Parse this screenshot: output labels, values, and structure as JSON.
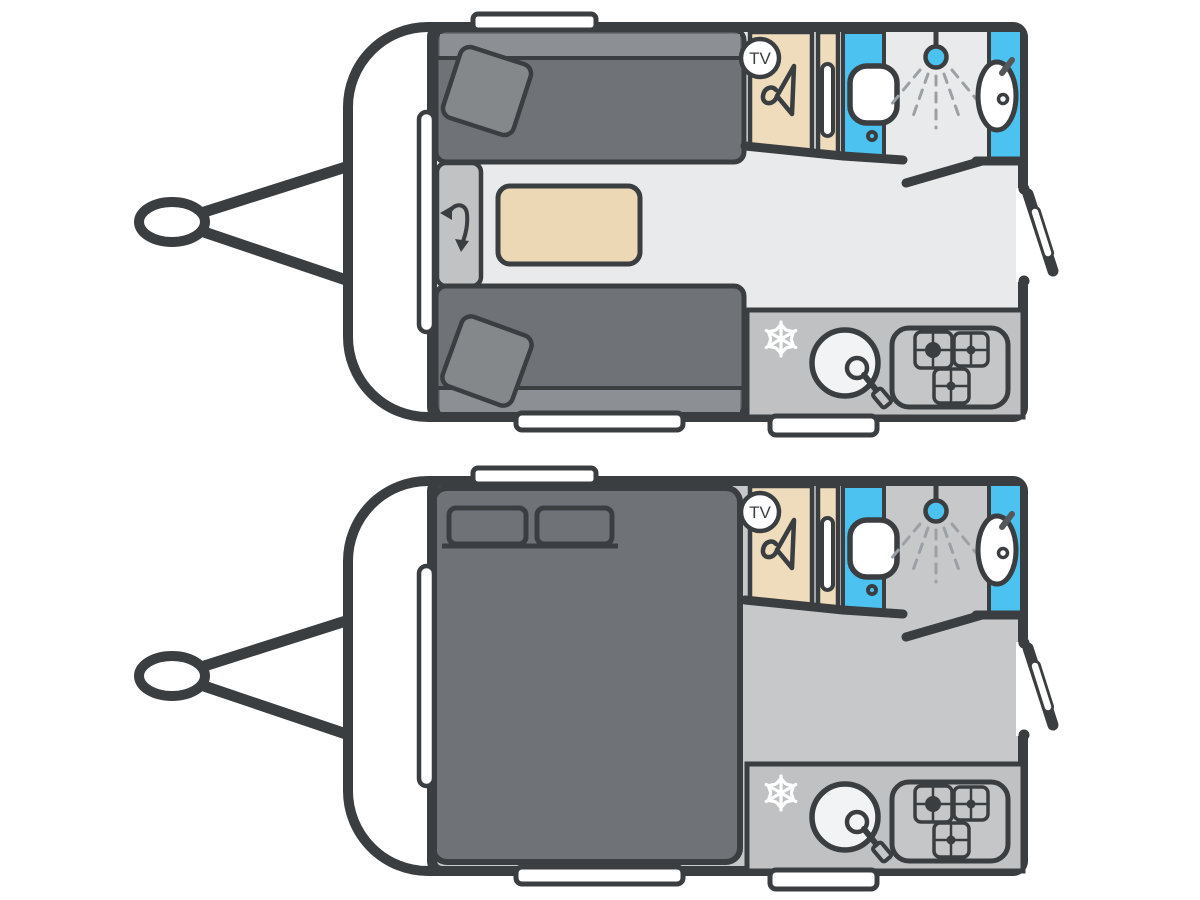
{
  "page": {
    "background": "#ffffff"
  },
  "palette": {
    "outline": "#3b3e41",
    "white": "#ffffff",
    "floor_light": "#e9eaec",
    "floor_mid": "#c6c8ca",
    "counter_gray": "#bfc1c3",
    "hob_gray": "#c4c6c7",
    "sofa_gray": "#6f7276",
    "backrest_gray": "#8c8f93",
    "pillow_gray": "#85888b",
    "chest_gray": "#c0c2c4",
    "wardrobe_beige": "#eedcbc",
    "table_beige": "#ecd8b4",
    "accent_blue": "#4cc2f1",
    "spray_gray": "#9aa0a4",
    "sink_white": "#f2f3f4"
  },
  "plans": [
    {
      "id": "day-layout",
      "tv_label": "TV",
      "floor_color": "#e9eaec"
    },
    {
      "id": "night-layout",
      "tv_label": "TV",
      "floor_color": "#c6c8ca"
    }
  ],
  "icons": {
    "tv-badge": "circled TV label",
    "hanger-icon": "clothes hanger (wardrobe)",
    "snowflake-icon": "snowflake (fridge)",
    "shower-icon": "shower head with spray",
    "toilet-icon": "toilet with flush lever",
    "washbasin-icon": "bathroom washbasin",
    "sink-icon": "round kitchen sink with tap",
    "hob-icon": "three-burner gas hob",
    "swivel-arrow-icon": "curved swivel arrow",
    "hitch-icon": "caravan tow hitch"
  }
}
